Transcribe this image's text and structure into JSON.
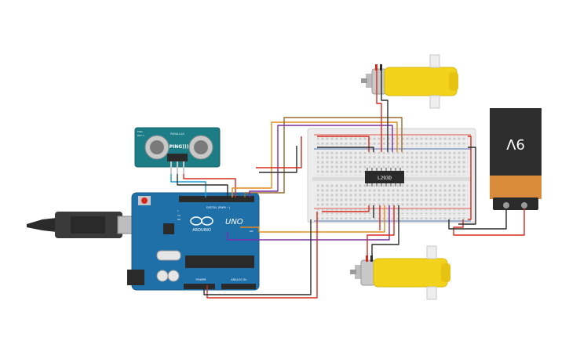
{
  "components": {
    "sensor": {
      "brand_text": "PARALLAX",
      "model_text": "PING)))",
      "corner_text_top": "PIN1",
      "corner_text_bottom": "REV C"
    },
    "arduino": {
      "logo_text": "ARDUINO",
      "model_text": "UNO",
      "digital_label": "DIGITAL (PWM ~)",
      "power_label": "POWER",
      "analog_label": "ANALOG IN",
      "tx_label": "TX",
      "rx_label": "RX",
      "l_label": "L",
      "on_label": "ON"
    },
    "driver_chip": {
      "label": "L293D"
    },
    "battery": {
      "label": "9V"
    }
  },
  "colors": {
    "wire_red": "#d62a1e",
    "wire_black": "#2b2b2b",
    "wire_orange": "#e58a1c",
    "wire_purple": "#7a2fa6",
    "wire_brown": "#9a6a2a",
    "arduino_blue": "#1f6fa9",
    "sensor_teal": "#1c7d86",
    "motor_yellow": "#f2d21a",
    "breadboard": "#ececec",
    "battery_top": "#2d2d2d",
    "battery_bottom": "#d98a3a"
  }
}
